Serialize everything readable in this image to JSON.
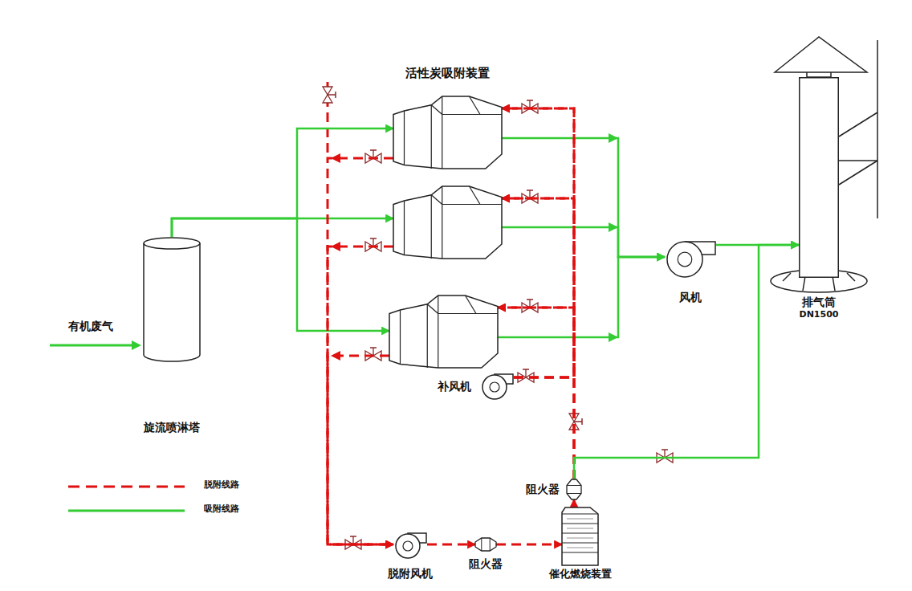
{
  "diagram": {
    "nodes": [
      {
        "text": [
          "旋流喷淋塔"
        ]
      },
      {
        "text": [
          "活性炭吸附装置"
        ]
      },
      {
        "text": []
      },
      {
        "text": []
      },
      {
        "text": [
          "风机"
        ]
      },
      {
        "text": [
          "排气筒",
          "DN1500"
        ]
      },
      {
        "text": [
          "补风机"
        ]
      },
      {
        "text": [
          "阻火器"
        ]
      },
      {
        "text": [
          "脱附风机"
        ]
      },
      {
        "text": [
          "阻火器"
        ]
      },
      {
        "text": [
          "催化燃烧装置"
        ]
      }
    ],
    "edges": [
      {
        "from": 0,
        "to": 1,
        "arrow": "to"
      },
      {
        "from": 0,
        "to": 2,
        "arrow": "to"
      },
      {
        "from": 0,
        "to": 3,
        "arrow": "to"
      },
      {
        "from": 1,
        "to": 4,
        "arrow": "to"
      },
      {
        "from": 2,
        "to": 4,
        "arrow": "to"
      },
      {
        "from": 3,
        "to": 4,
        "arrow": "to"
      },
      {
        "from": 4,
        "to": 5,
        "arrow": "to"
      },
      {
        "from": 10,
        "to": 7,
        "arrow": "to"
      },
      {
        "from": 7,
        "to": 1,
        "arrow": "to"
      },
      {
        "from": 7,
        "to": 2,
        "arrow": "to"
      },
      {
        "from": 7,
        "to": 3,
        "arrow": "to"
      },
      {
        "from": 6,
        "to": 1,
        "arrow": "to"
      },
      {
        "from": 6,
        "to": 2,
        "arrow": "to"
      },
      {
        "from": 6,
        "to": 3,
        "arrow": "to"
      },
      {
        "from": 1,
        "to": 8,
        "arrow": "to"
      },
      {
        "from": 2,
        "to": 8,
        "arrow": "to"
      },
      {
        "from": 3,
        "to": 8,
        "arrow": "to"
      },
      {
        "from": 8,
        "to": 9,
        "arrow": "to"
      },
      {
        "from": 9,
        "to": 10,
        "arrow": "to"
      },
      {
        "from": 7,
        "to": 5,
        "arrow": "to"
      }
    ],
    "labels": [
      "有机废气"
    ],
    "legend": [
      {
        "text": "脱附线路"
      },
      {
        "text": "吸附线路"
      }
    ]
  }
}
